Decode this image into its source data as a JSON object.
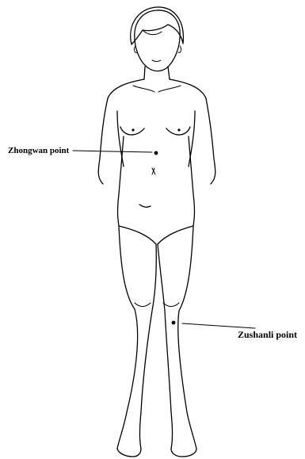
{
  "diagram": {
    "points": [
      {
        "id": "zhongwan",
        "label": "Zhongwan point"
      },
      {
        "id": "zushanli",
        "label": "Zushanli point"
      }
    ]
  }
}
